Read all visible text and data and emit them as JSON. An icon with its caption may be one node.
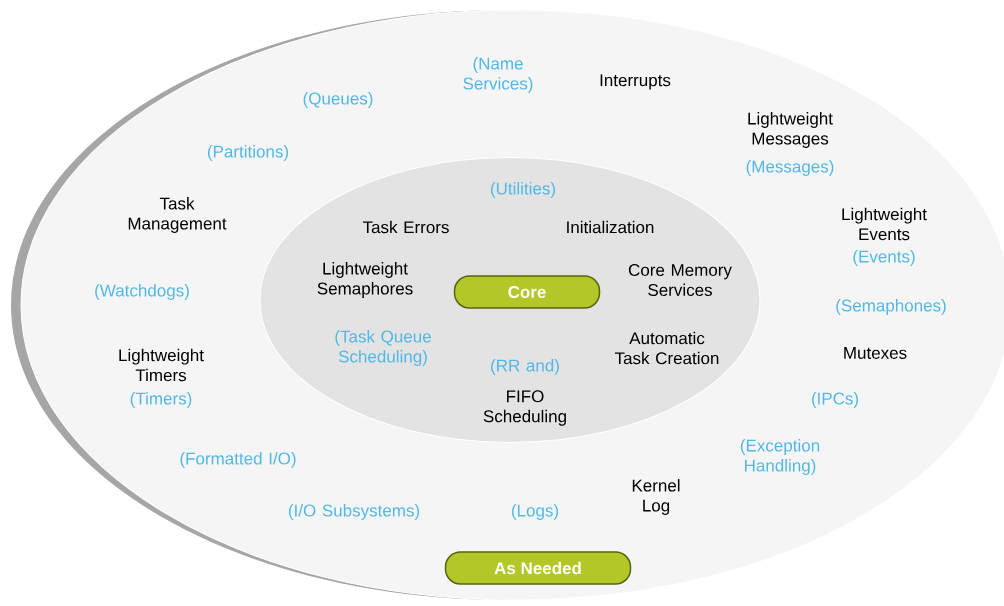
{
  "diagram": {
    "nodes": [
      {
        "text": [],
        "shape": "ellipse"
      },
      {
        "text": [],
        "shape": "ellipse",
        "in": 0
      },
      {
        "text": [
          "Core"
        ],
        "in": 1
      },
      {
        "text": [
          "As Needed"
        ],
        "in": 0
      }
    ],
    "labels": [
      "(Name Services)",
      "Interrupts",
      "(Queues)",
      "Lightweight Messages",
      "(Messages)",
      "(Partitions)",
      "(Utilities)",
      "Task Management",
      "Task Errors",
      "Initialization",
      "Lightweight Events",
      "(Events)",
      "Lightweight Semaphores",
      "Core Memory Services",
      "(Watchdogs)",
      "(Semaphones)",
      "(Task Queue Scheduling)",
      "Automatic Task Creation",
      "Lightweight Timers",
      "Mutexes",
      "(RR and)",
      "FIFO Scheduling",
      "(Timers)",
      "(IPCs)",
      "(Exception Handling)",
      "(Formatted I/O)",
      "Kernel Log",
      "(I/O Subsystems)",
      "(Logs)"
    ]
  }
}
